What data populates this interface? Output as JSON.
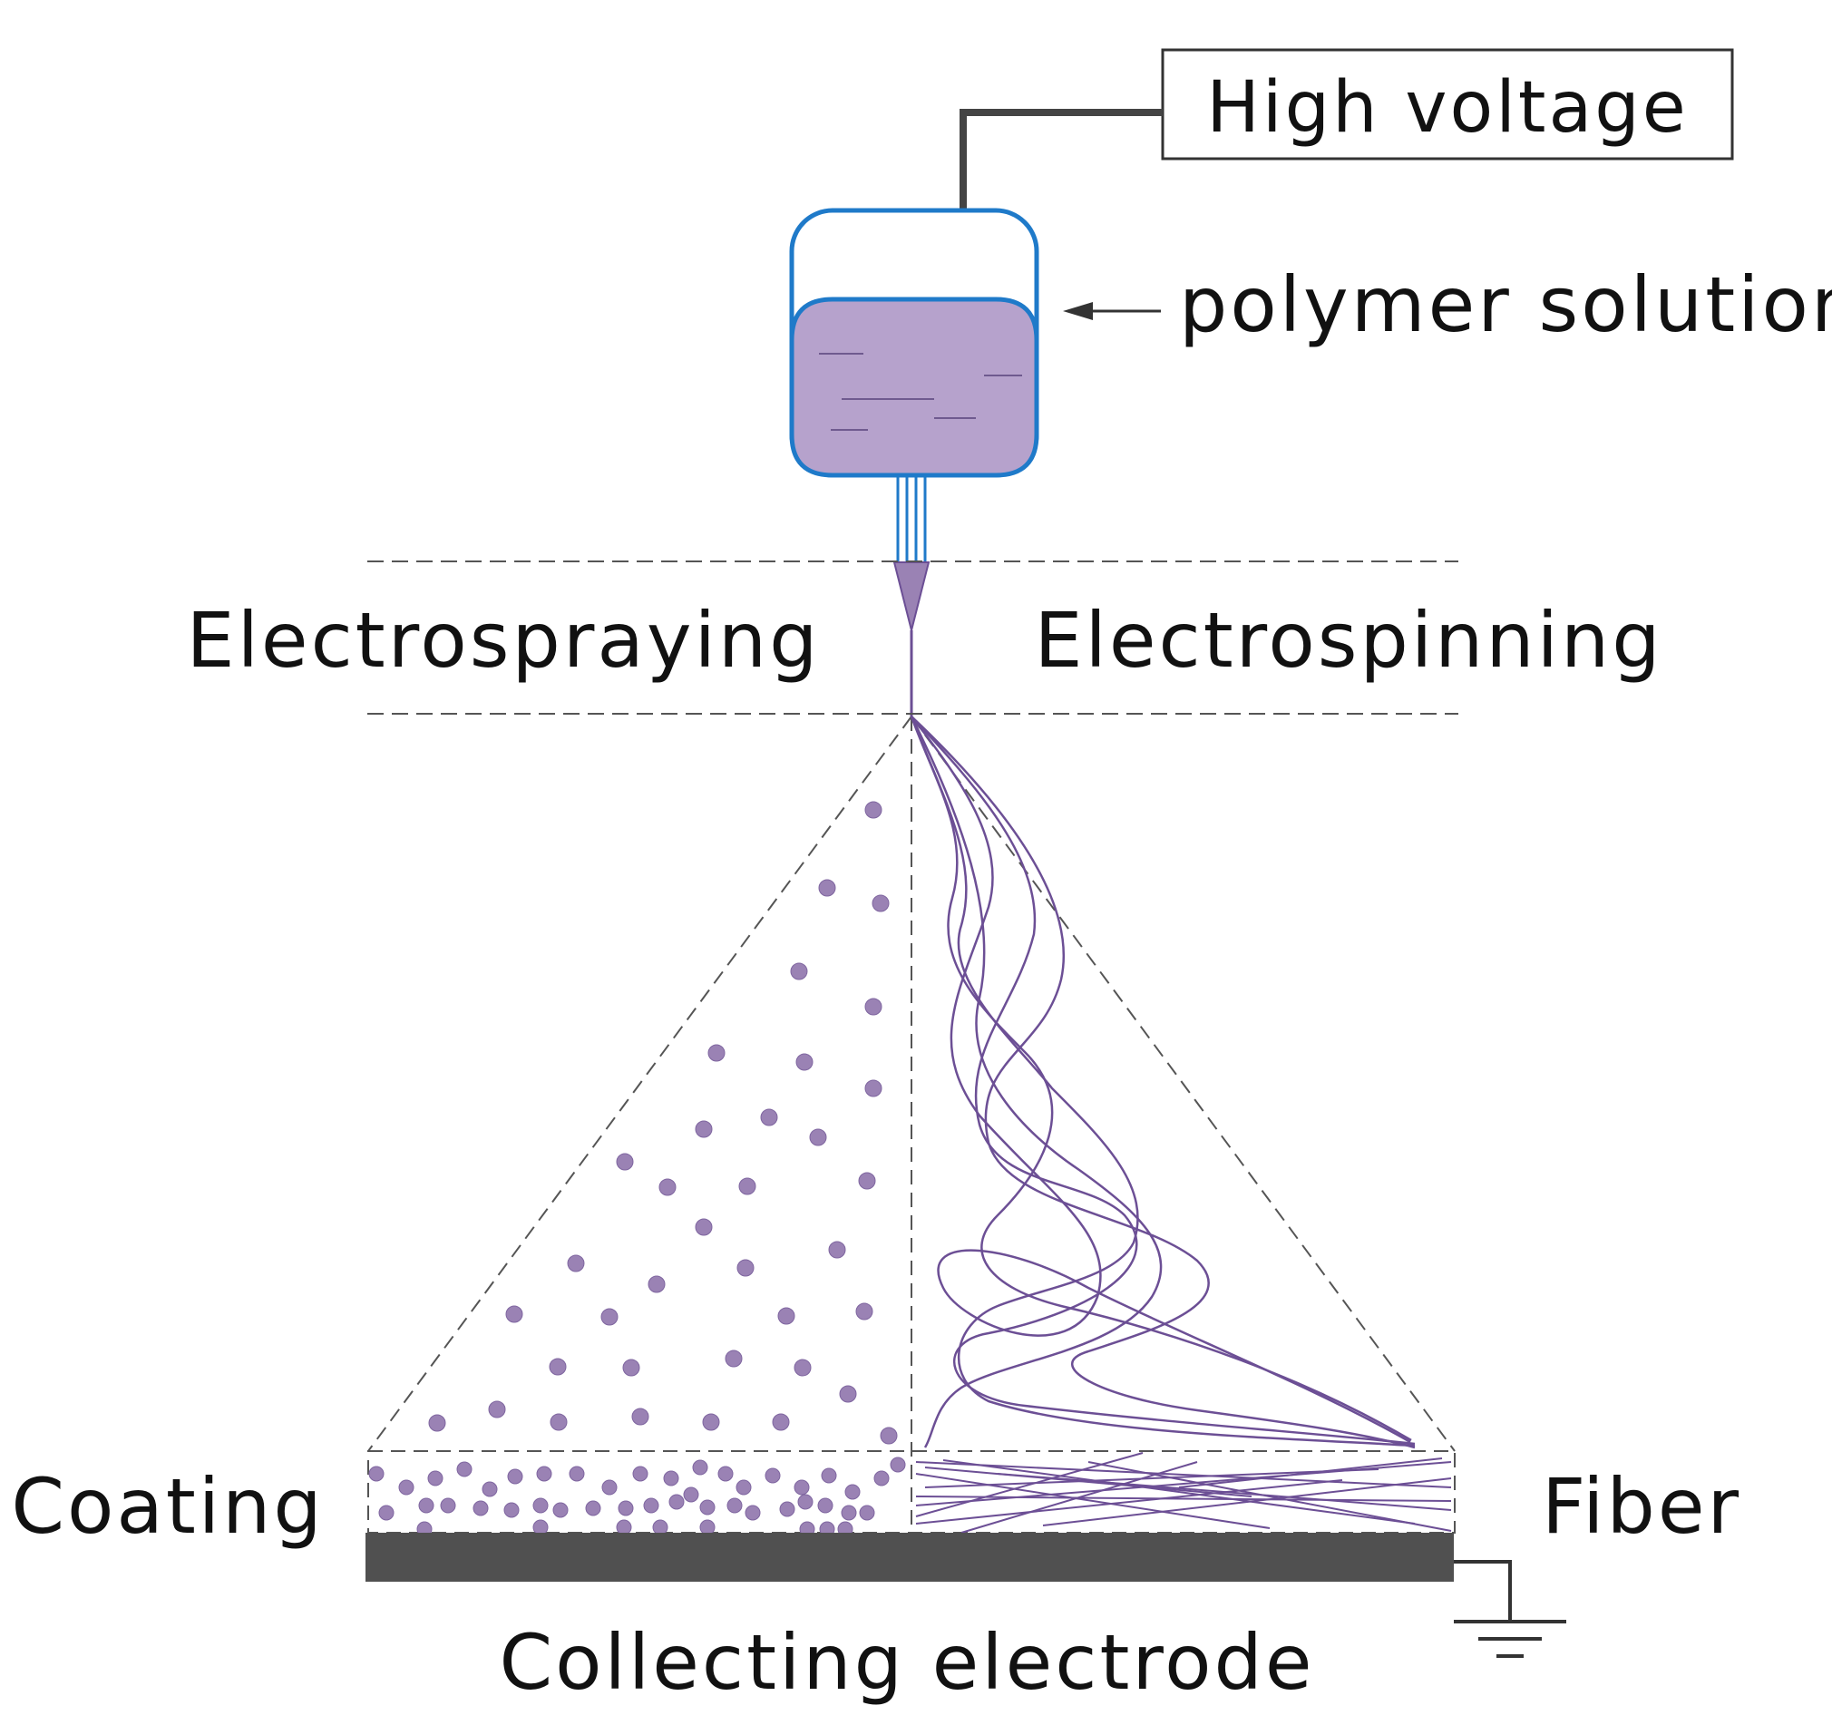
{
  "labels": {
    "high_voltage": "High voltage",
    "polymer_solution": "polymer solution",
    "electrospraying": "Electrospraying",
    "electrospinning": "Electrospinning",
    "coating": "Coating",
    "fiber": "Fiber",
    "collecting_electrode": "Collecting electrode"
  },
  "colors": {
    "particle": "#9a82b4",
    "particle_stroke": "#7f66a0",
    "solution_fill": "#b6a2cc",
    "container_stroke": "#1f7ac9",
    "fiber_stroke": "#6c4f95",
    "electrode": "#505050",
    "dashed": "#555555",
    "wire": "#444444"
  }
}
